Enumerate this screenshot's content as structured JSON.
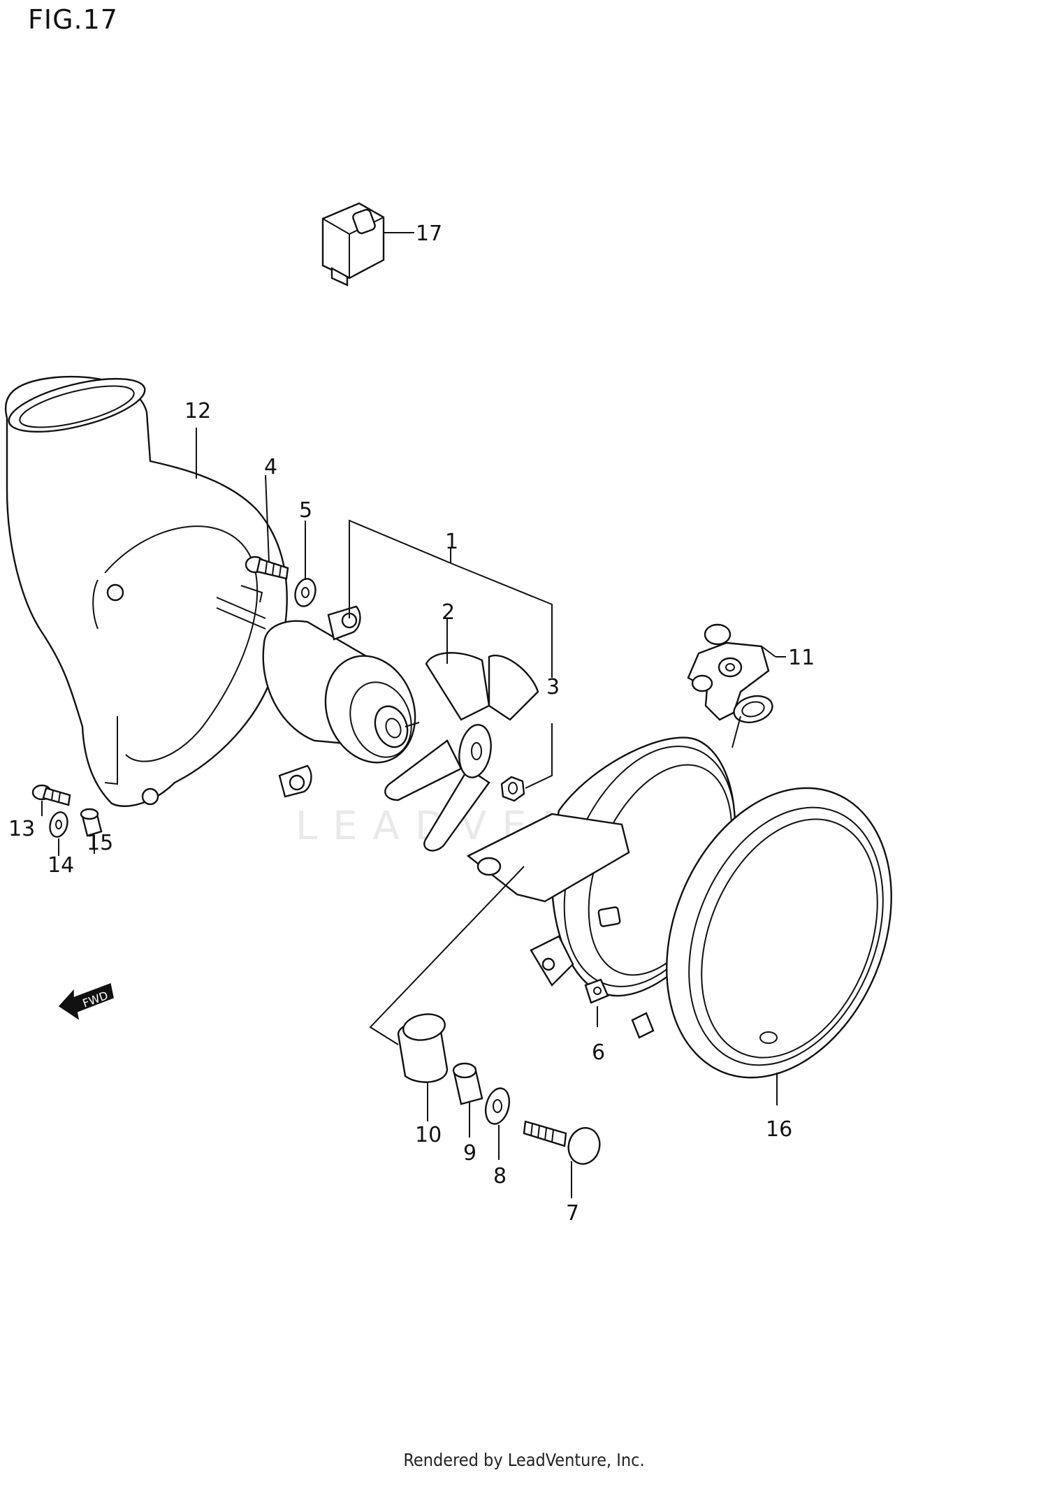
{
  "figure": {
    "title": "FIG.17",
    "credit": "Rendered by LeadVenture, Inc.",
    "watermark": "LEADVENTURE",
    "fwd_label": "FWD"
  },
  "callouts": [
    {
      "id": "c1",
      "label": "1"
    },
    {
      "id": "c2",
      "label": "2"
    },
    {
      "id": "c3",
      "label": "3"
    },
    {
      "id": "c4",
      "label": "4"
    },
    {
      "id": "c5",
      "label": "5"
    },
    {
      "id": "c6",
      "label": "6"
    },
    {
      "id": "c7",
      "label": "7"
    },
    {
      "id": "c8",
      "label": "8"
    },
    {
      "id": "c9",
      "label": "9"
    },
    {
      "id": "c10",
      "label": "10"
    },
    {
      "id": "c11",
      "label": "11"
    },
    {
      "id": "c12",
      "label": "12"
    },
    {
      "id": "c13",
      "label": "13"
    },
    {
      "id": "c14",
      "label": "14"
    },
    {
      "id": "c15",
      "label": "15"
    },
    {
      "id": "c16",
      "label": "16"
    },
    {
      "id": "c17",
      "label": "17"
    }
  ]
}
